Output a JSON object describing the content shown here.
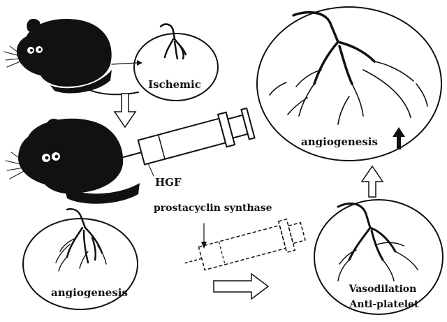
{
  "labels": {
    "ischemic": "Ischemic",
    "hgf": "HGF",
    "prostacyclin": "prostacyclin synthase",
    "angiogenesis_left": "angiogenesis",
    "angiogenesis_right": "angiogenesis",
    "vasodilation": "Vasodilation",
    "antiplatelet": "Anti-platelet"
  },
  "colors": {
    "ink": "#111111",
    "background": "#ffffff"
  }
}
